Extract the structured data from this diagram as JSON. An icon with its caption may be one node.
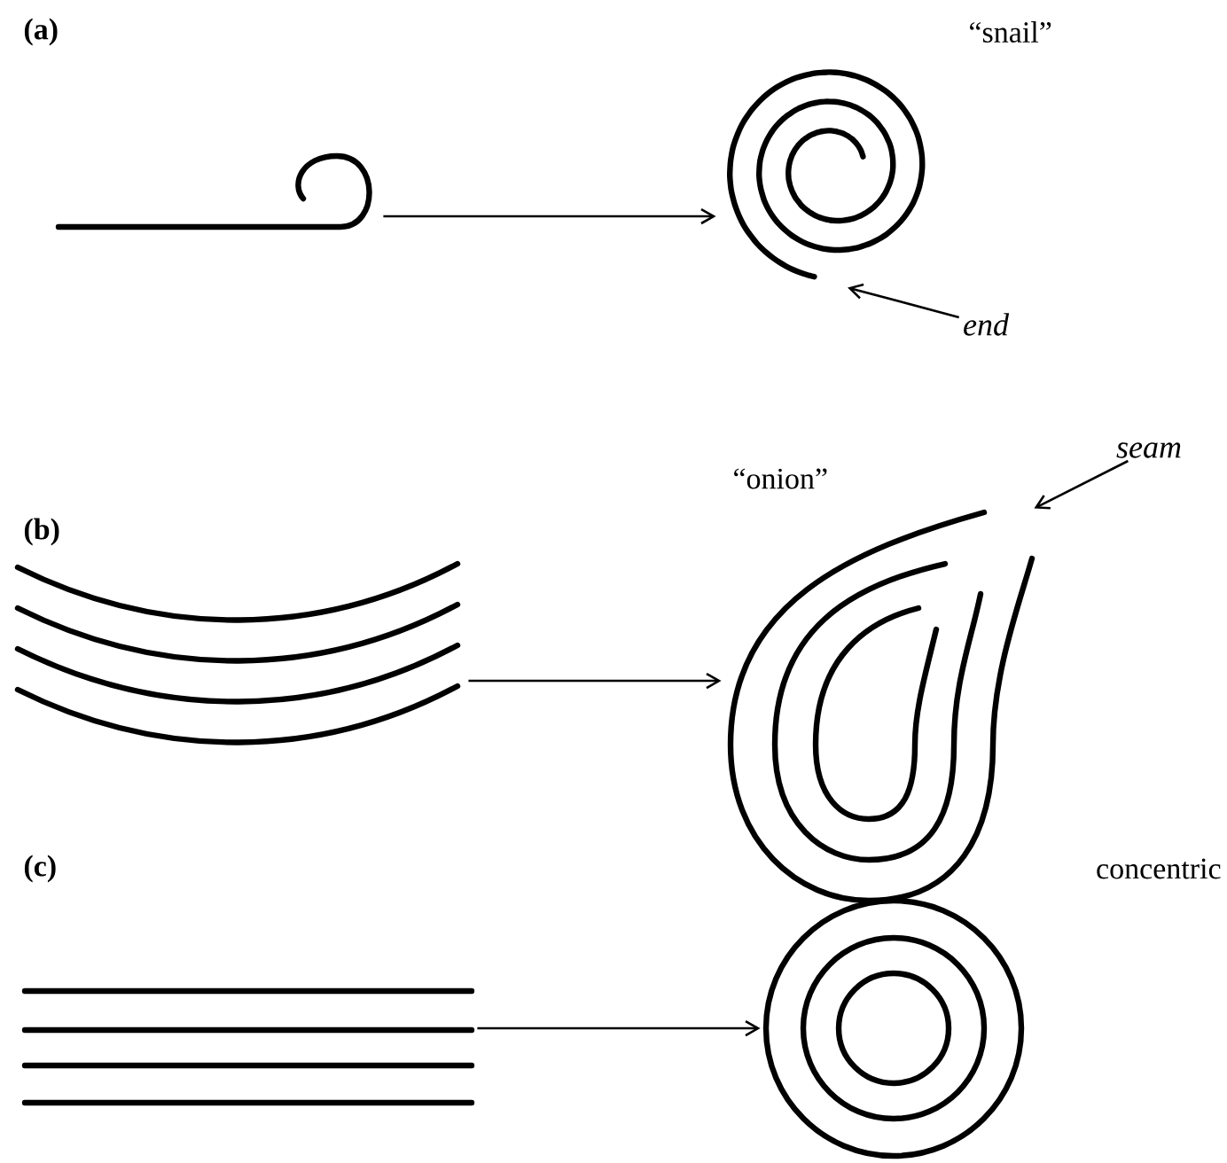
{
  "diagram": {
    "nodes": [
      {
        "text": [],
        "shape": "picture"
      },
      {
        "text": [],
        "shape": "picture",
        "beside": [
          "“snail”"
        ]
      },
      {
        "text": [
          "end"
        ]
      },
      {
        "text": [],
        "shape": "picture"
      },
      {
        "text": [],
        "shape": "picture",
        "beside": [
          "“onion”"
        ]
      },
      {
        "text": [
          "seam"
        ]
      },
      {
        "text": [],
        "shape": "picture"
      },
      {
        "text": [],
        "shape": "picture",
        "beside": [
          "concentric"
        ]
      }
    ],
    "edges": [
      {
        "from": 0,
        "to": 1,
        "arrow": "to"
      },
      {
        "from": 2,
        "to": 1,
        "arrow": "to"
      },
      {
        "from": 3,
        "to": 4,
        "arrow": "to"
      },
      {
        "from": 5,
        "to": 4,
        "arrow": "to"
      },
      {
        "from": 6,
        "to": 7,
        "arrow": "to"
      }
    ],
    "labels": [
      "(a)",
      "(b)",
      "(c)"
    ]
  }
}
